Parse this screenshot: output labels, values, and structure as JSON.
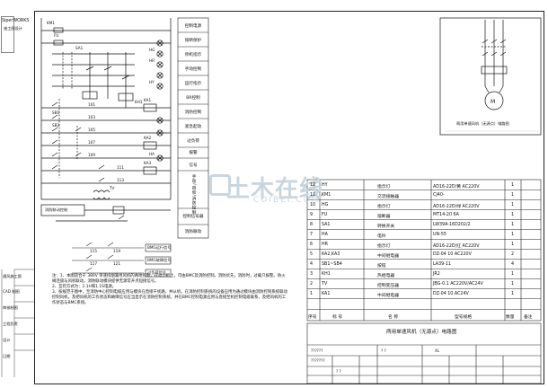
{
  "brand": "SiperWORKS",
  "brand_sub": "施工图设计",
  "function_column": [
    "控制电源",
    "熔断保护",
    "停机指示",
    "手动控制",
    "运行指示",
    "BR控制",
    "消防控制",
    "紧急起动",
    "过负荷",
    "报警",
    "信号"
  ],
  "function_vertical": "手动/自动/消防控制",
  "function_lower": [
    "控制信号器",
    "消防联动"
  ],
  "terminal_labels": [
    "BMG运行信号",
    "BMG故障信号",
    "过负荷信号"
  ],
  "left_margin_labels": [
    "通风施工图",
    "CAD 制图",
    "审核制图",
    "工程负责",
    "设计",
    "日期"
  ],
  "fire_label": "消防联动控制",
  "right_diagram_caption": "两用单速风机（无源点）电路图",
  "notes": [
    "注：1、本图适合于 380V 单速排烟兼用风机的两地控制，在动力柜上，可由BMC及消防控制。消防优先，消防时，过载只报警。防火阀连锁与风机联动，消防联动模块提供无源常开点短接信号。",
    "2、互控方式为：1.1H和1.1S电源。",
    "3、按规范于图中，至消防中心控制电缆应用与模块在直接干扰路，并从机，在消防控制系统的设备应用为通过模块由消防控制系统联动控制风机，及把风机的工作状态和故障信号应当显示在消防控制系统。并在BMC控制电源应用与直接至机控制电缆联系，及把风机的工作状态与BMC系统。"
  ],
  "watermark": {
    "main": "土木在线",
    "sub": "COIBEI.COM"
  },
  "bom": {
    "headers": [
      "序号",
      "标  号",
      "名  称",
      "型号规格",
      "数量",
      "备注"
    ],
    "rows": [
      {
        "no": "12",
        "code": "HY",
        "name": "指示灯",
        "spec": "AD16-22D/黄 AC220V",
        "qty": "1"
      },
      {
        "no": "11",
        "code": "KM1",
        "name": "交流接触器",
        "spec": "CJ40-",
        "qty": "1"
      },
      {
        "no": "10",
        "code": "HG",
        "name": "指示灯",
        "spec": "AD16-22D/绿 AC220V",
        "qty": "1"
      },
      {
        "no": "9",
        "code": "FU",
        "name": "熔断器",
        "spec": "MT14-20 6A",
        "qty": "1"
      },
      {
        "no": "8",
        "code": "SA1",
        "name": "转换开关",
        "spec": "LW39A-16D202/2",
        "qty": "1"
      },
      {
        "no": "7",
        "code": "HA",
        "name": "电铃",
        "spec": "UN-55",
        "qty": "1"
      },
      {
        "no": "6",
        "code": "HR",
        "name": "指示灯",
        "spec": "AD16-22D/红 AC220V",
        "qty": "1"
      },
      {
        "no": "5",
        "code": "KA2,KA3",
        "name": "中间继电器",
        "spec": "DZ-04 10 AC220V",
        "qty": "2"
      },
      {
        "no": "4",
        "code": "SB1~SB4",
        "name": "按钮",
        "spec": "LA39-11",
        "qty": "4"
      },
      {
        "no": "3",
        "code": "KH1",
        "name": "热继电器",
        "spec": "JR2",
        "qty": "1"
      },
      {
        "no": "2",
        "code": "TV",
        "name": "控制变压器",
        "spec": "JBG-0.1 AC220V/AC24V",
        "qty": "1"
      },
      {
        "no": "1",
        "code": "KA1",
        "name": "中间继电器",
        "spec": "DZ-04 10 AC24V",
        "qty": "1"
      }
    ]
  },
  "title_block": {
    "drawing_name": "两用单速风机（无源点）电路图",
    "marks": [
      "? ?",
      "XL",
      "??????",
      "? ?",
      "???????"
    ]
  },
  "left_diagram_labels": [
    "KM1",
    "FU",
    "SA1",
    "KH1",
    "SB1",
    "SB2",
    "KA1",
    "KA2",
    "KA3",
    "HG",
    "HR",
    "HY",
    "HA",
    "TV"
  ],
  "wire_numbers": [
    "101",
    "103",
    "105",
    "107",
    "109",
    "111",
    "113",
    "115",
    "117",
    "119",
    "121"
  ]
}
